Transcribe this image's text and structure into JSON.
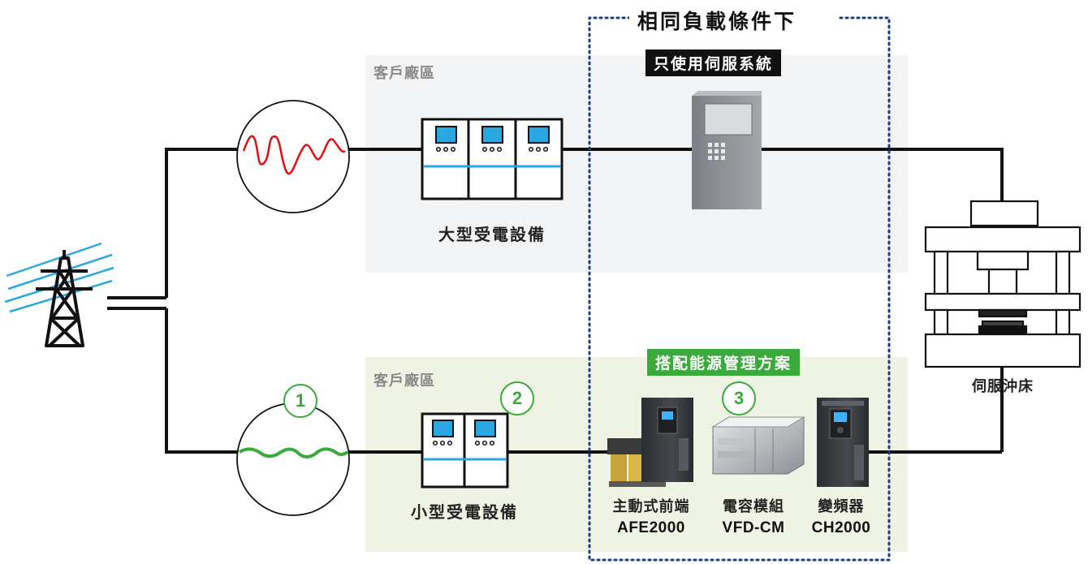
{
  "header": {
    "title": "相同負載條件下"
  },
  "top_zone": {
    "zone_label": "客戶廠區",
    "banner": "只使用伺服系統",
    "device_label": "大型受電設備"
  },
  "bottom_zone": {
    "zone_label": "客戶廠區",
    "banner": "搭配能源管理方案",
    "device_label": "小型受電設備",
    "markers": [
      "1",
      "2",
      "3"
    ],
    "products": [
      {
        "name": "主動式前端",
        "model": "AFE2000"
      },
      {
        "name": "電容模組",
        "model": "VFD-CM"
      },
      {
        "name": "變頻器",
        "model": "CH2000"
      }
    ]
  },
  "load": {
    "label": "伺服沖床"
  },
  "colors": {
    "distorted_wave": "#e01010",
    "clean_wave": "#3aaa3a",
    "accent_green": "#3aaa3a",
    "dotted_frame": "#1a3c8c",
    "zone_top_bg": "#f2f3f4",
    "zone_bottom_bg": "#eef3e4"
  }
}
